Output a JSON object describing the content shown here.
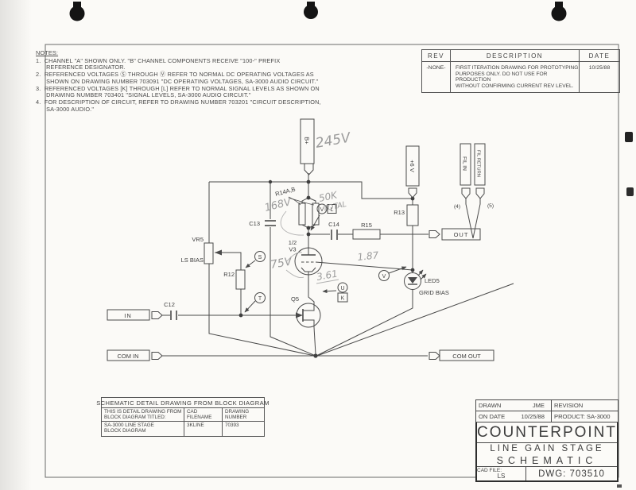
{
  "notes": {
    "title": "NOTES:",
    "lines": [
      "1.  CHANNEL \"A\" SHOWN ONLY. \"B\" CHANNEL COMPONENTS RECEIVE \"100-\" PREFIX",
      "      REFERENCE DESIGNATOR.",
      "2.  REFERENCED VOLTAGES Ⓢ THROUGH Ⓥ REFER TO NORMAL DC OPERATING VOLTAGES AS",
      "      SHOWN ON DRAWING NUMBER 703091 \"DC OPERATING VOLTAGES, SA-3000 AUDIO CIRCUIT.\"",
      "3.  REFERENCED VOLTAGES [K] THROUGH [L] REFER TO NORMAL SIGNAL LEVELS AS SHOWN ON",
      "      DRAWING NUMBER 703401 \"SIGNAL LEVELS, SA-3000 AUDIO CIRCUIT.\"",
      "4.  FOR DESCRIPTION OF CIRCUIT, REFER TO DRAWING NUMBER 703201 \"CIRCUIT DESCRIPTION,",
      "      SA-3000 AUDIO.\""
    ]
  },
  "rev_table": {
    "headers": {
      "rev": "REV",
      "description": "DESCRIPTION",
      "date": "DATE"
    },
    "row": {
      "rev": "-NONE-",
      "description_lines": [
        "FIRST ITERATION DRAWING FOR PROTOTYPING",
        "PURPOSES ONLY. DO NOT USE FOR PRODUCTION",
        "WITHOUT CONFIRMING CURRENT REV LEVEL."
      ],
      "date": "10/25/88"
    }
  },
  "schematic": {
    "labels": {
      "b_plus": "B+",
      "plus_6v": "+6 V",
      "fil_in": "FIL IN",
      "fil_return": "FIL RETURN",
      "pin4": "(4)",
      "pin5": "(5)",
      "r13": "R13",
      "r14": "R14A,B",
      "c13": "C13",
      "c14": "C14",
      "r15": "R15",
      "out": "OUT",
      "vr5": "VR5",
      "vr5_function": "LS BIAS",
      "r12": "R12",
      "tube_half": "1/2",
      "tube_ref": "V3",
      "q5": "Q5",
      "in": "IN",
      "c12": "C12",
      "led5": "LED5",
      "led5_function": "GRID BIAS",
      "com_in": "COM IN",
      "com_out": "COM OUT",
      "tp_s": "S",
      "tp_t": "T",
      "tp_u": "U",
      "tp_k": "K",
      "tp_v_plate": "V",
      "tp_l": "L",
      "tp_v_led": "V"
    },
    "handwritten": {
      "supply_voltage": "245V",
      "r14_voltage": "168V",
      "r14_value_1": "50K",
      "r14_value_2": "TOTAL",
      "plate_voltage": "75V",
      "cathode_voltage": "3.61",
      "grid_voltage": "1.87"
    }
  },
  "detail_table": {
    "title": "SCHEMATIC DETAIL DRAWING FROM BLOCK DIAGRAM",
    "col1_header_line1": "THIS IS DETAIL DRAWING FROM",
    "col1_header_line2": "BLOCK DIAGRAM TITLED:",
    "col2_header_line1": "CAD",
    "col2_header_line2": "FILENAME",
    "col3_header_line1": "DRAWING",
    "col3_header_line2": "NUMBER",
    "col1_value_line1": "SA-3000 LINE STAGE",
    "col1_value_line2": "BLOCK DIAGRAM",
    "col2_value": "3KLINE",
    "col3_value": "70393"
  },
  "title_block": {
    "drawn_label": "DRAWN",
    "drawn_value": "JME",
    "revision_label": "REVISION",
    "date_label": "ON DATE",
    "date_value": "10/25/88",
    "product": "PRODUCT: SA-3000",
    "company": "COUNTERPOINT",
    "title_line1": "LINE GAIN STAGE",
    "title_line2": "SCHEMATIC",
    "cad_file_label": "CAD FILE:",
    "cad_file_value": "LS",
    "dwg": "DWG: 703510"
  }
}
